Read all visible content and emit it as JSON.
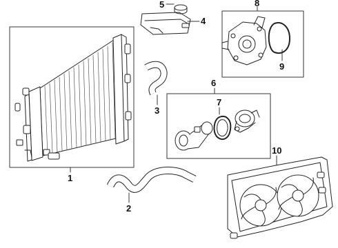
{
  "diagram": {
    "callouts": {
      "c1": "1",
      "c2": "2",
      "c3": "3",
      "c4": "4",
      "c5": "5",
      "c6": "6",
      "c7": "7",
      "c8": "8",
      "c9": "9",
      "c10": "10"
    },
    "parts": [
      {
        "num": "1",
        "icon": "radiator-icon"
      },
      {
        "num": "2",
        "icon": "lower-hose-icon"
      },
      {
        "num": "3",
        "icon": "upper-hose-icon"
      },
      {
        "num": "4",
        "icon": "reservoir-tank-icon"
      },
      {
        "num": "5",
        "icon": "reservoir-cap-icon"
      },
      {
        "num": "6",
        "icon": "thermostat-housing-icon"
      },
      {
        "num": "7",
        "icon": "thermostat-gasket-icon"
      },
      {
        "num": "8",
        "icon": "water-pump-icon"
      },
      {
        "num": "9",
        "icon": "water-pump-gasket-icon"
      },
      {
        "num": "10",
        "icon": "cooling-fan-assembly-icon"
      }
    ]
  }
}
